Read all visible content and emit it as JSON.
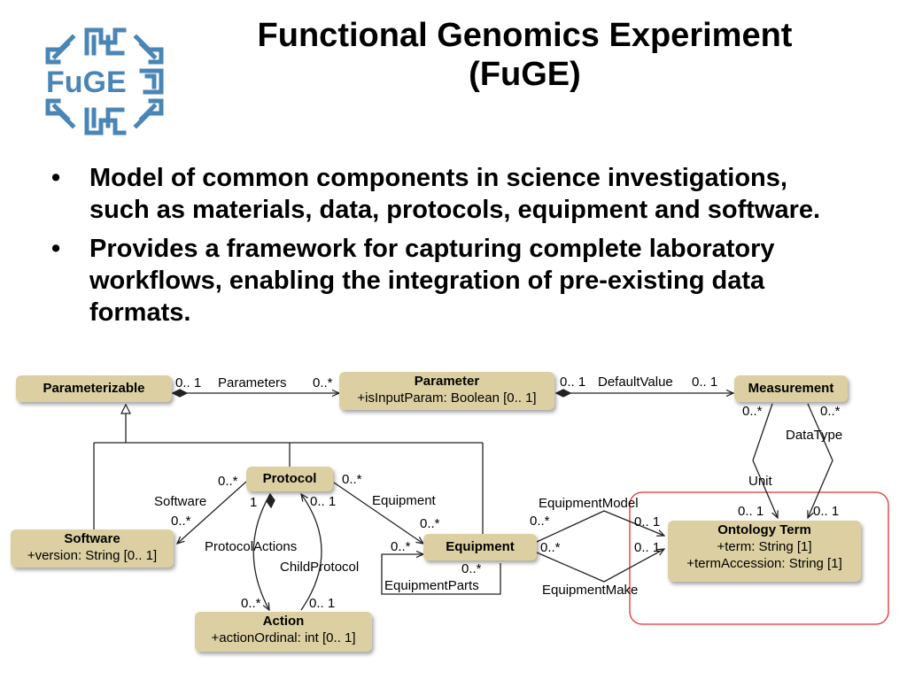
{
  "slide": {
    "title_line1": "Functional Genomics Experiment",
    "title_line2": "(FuGE)",
    "logo_text": "FuGE",
    "logo_color": "#4a86b5",
    "bullet_symbol": "•",
    "bullets": [
      "Model of common components in science investigations, such as materials, data, protocols, equipment and software.",
      "Provides a framework for capturing complete laboratory workflows, enabling the integration of pre-existing data formats."
    ]
  },
  "diagram": {
    "box_color": "#dcd0a2",
    "highlight_color": "#e03030",
    "classes": {
      "parameterizable": {
        "name": "Parameterizable",
        "attribute": ""
      },
      "parameter": {
        "name": "Parameter",
        "attribute": "+isInputParam: Boolean [0.. 1]"
      },
      "measurement": {
        "name": "Measurement",
        "attribute": ""
      },
      "protocol": {
        "name": "Protocol",
        "attribute": ""
      },
      "software": {
        "name": "Software",
        "attribute": "+version: String [0.. 1]"
      },
      "equipment": {
        "name": "Equipment",
        "attribute": ""
      },
      "ontology_term": {
        "name": "Ontology Term",
        "attribute1": "+term: String [1]",
        "attribute2": "+termAccession: String [1]"
      },
      "action": {
        "name": "Action",
        "attribute": "+actionOrdinal: int [0.. 1]"
      }
    },
    "labels": {
      "param_mult_left": "0.. 1",
      "parameters": "Parameters",
      "param_mult_right": "0..*",
      "default_mult_left": "0.. 1",
      "default_value": "DefaultValue",
      "default_mult_right": "0.. 1",
      "unit_mult_top": "0..*",
      "datatype_mult_top": "0..*",
      "data_type": "DataType",
      "unit": "Unit",
      "unit_mult_bottom": "0.. 1",
      "datatype_mult_bottom": "0.. 1",
      "software_mult_top": "0..*",
      "software_role": "Software",
      "software_mult_bottom": "0..*",
      "protocol_actions_mult": "1",
      "protocol_actions": "ProtocolActions",
      "child_protocol": "ChildProtocol",
      "child_protocol_mult": "0.. 1",
      "equipment_mult_top": "0..*",
      "equipment_role": "Equipment",
      "equipment_mult_bottom": "0..*",
      "action_mult_left": "0..*",
      "action_mult_right": "0.. 1",
      "equip_parts_mult_left": "0..*",
      "equip_parts_mult_bottom": "0..*",
      "equipment_parts": "EquipmentParts",
      "equipment_model": "EquipmentModel",
      "equip_model_mult": "0..*",
      "equip_make_mult": "0..*",
      "equipment_make": "EquipmentMake",
      "ont_mult_upper": "0.. 1",
      "ont_mult_lower": "0.. 1"
    }
  }
}
